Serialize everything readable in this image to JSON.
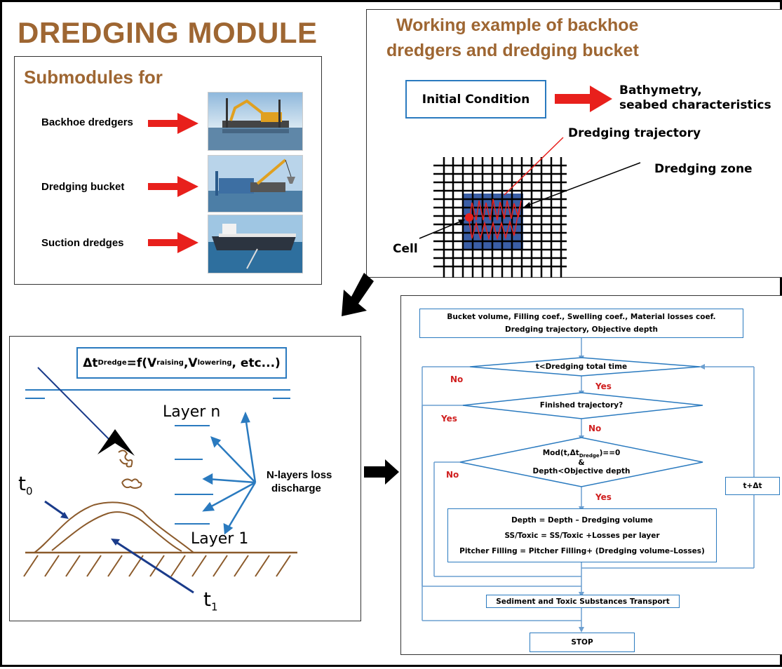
{
  "main_title": "DREDGING MODULE",
  "submodules": {
    "title": "Submodules for",
    "items": [
      "Backhoe dredgers",
      "Dredging bucket",
      "Suction dredges"
    ]
  },
  "example": {
    "title_line1": "Working example of backhoe",
    "title_line2": "dredgers  and dredging bucket",
    "initial_condition": "Initial Condition",
    "bathymetry_line1": "Bathymetry,",
    "bathymetry_line2": "seabed characteristics",
    "trajectory": "Dredging trajectory",
    "zone": "Dredging zone",
    "cell": "Cell"
  },
  "layers": {
    "formula_prefix": "Δt",
    "formula_sub": "Dredge",
    "formula_mid1": " =f(V",
    "formula_sub2": "raising",
    "formula_mid2": ",V",
    "formula_sub3": "lowering",
    "formula_end": ", etc...)",
    "layer_n": "Layer n",
    "layer_1": "Layer 1",
    "loss_line1": "N-layers loss",
    "loss_line2": "discharge",
    "t0": "t",
    "t0_sub": "0",
    "t1": "t",
    "t1_sub": "1"
  },
  "flowchart": {
    "box1_line1": "Bucket volume, Filling coef., Swelling coef., Material losses coef.",
    "box1_line2": "Dredging trajectory, Objective depth",
    "d1": "t<Dredging total time",
    "d2": "Finished trajectory?",
    "d3_line1_pre": "Mod(t,Δt",
    "d3_line1_sub": "Dredge",
    "d3_line1_post": ")==0",
    "d3_line2": "&",
    "d3_line3": "Depth<Objective depth",
    "box2_line1": "Depth = Depth – Dredging volume",
    "box2_line2": "SS/Toxic  = SS/Toxic +Losses per layer",
    "box2_line3": "Pitcher Filling = Pitcher Filling+ (Dredging volume–Losses)",
    "box3": "Sediment and Toxic Substances Transport",
    "stop": "STOP",
    "increment": "t+Δt",
    "yes": "Yes",
    "no": "No"
  },
  "colors": {
    "title_brown": "#9e6632",
    "flow_blue": "#2a7abf",
    "arrow_red": "#e8201c",
    "label_red": "#d01f1f",
    "grid_fill": "#3a5ea6",
    "sediment_brown": "#8b5a2b"
  }
}
